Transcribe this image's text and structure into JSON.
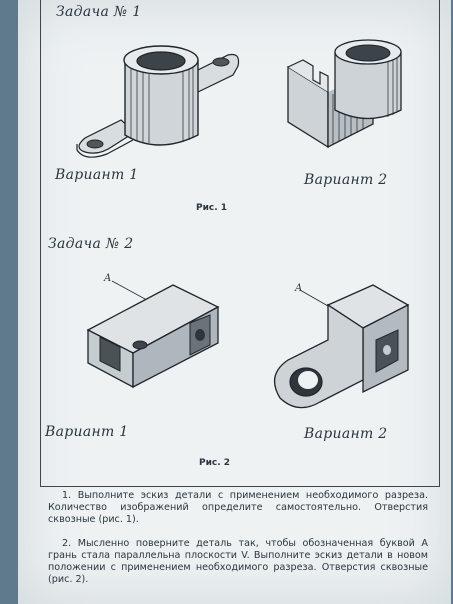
{
  "task1": {
    "title": "Задача № 1",
    "variant1_label": "Вариант 1",
    "variant2_label": "Вариант 2",
    "figure_caption": "Рис. 1"
  },
  "task2": {
    "title": "Задача № 2",
    "face_letter": "A",
    "variant1_label": "Вариант 1",
    "variant2_label": "Вариант 2",
    "figure_caption": "Рис. 2"
  },
  "instructions": [
    "1. Выполните эскиз детали с применением необходимого разреза. Количество изображений определите самостоятельно. Отверстия сквозные (рис. 1).",
    "2. Мысленно поверните деталь так, чтобы обозначенная буквой A грань стала параллельна плоскости V. Выполните эскиз детали в новом положении с применением необходимого разреза. Отверстия сквозные (рис. 2)."
  ]
}
